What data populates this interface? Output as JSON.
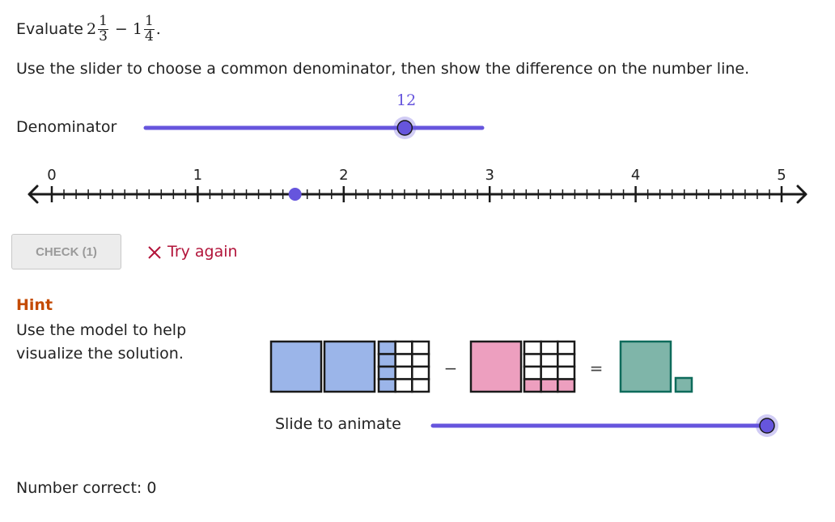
{
  "prompt": {
    "evaluate_label": "Evaluate",
    "whole1": "2",
    "num1": "1",
    "den1": "3",
    "operator": "−",
    "whole2": "1",
    "num2": "1",
    "den2": "4",
    "period": "."
  },
  "instruction": "Use the slider to choose a common denominator, then show the difference on the number line.",
  "denominator_slider": {
    "label": "Denominator",
    "value": "12",
    "fraction": 0.77
  },
  "number_line": {
    "min": 0,
    "max": 5,
    "major_labels": [
      "0",
      "1",
      "2",
      "3",
      "4",
      "5"
    ],
    "minor_divisions": 12,
    "point_value": 1.6667
  },
  "check_button": {
    "label": "CHECK (1)"
  },
  "feedback": {
    "icon": "close-icon",
    "text": "Try again"
  },
  "hint": {
    "title": "Hint",
    "text": "Use the model to help visualize the solution."
  },
  "model": {
    "minus_sign": "−",
    "equals_sign": "=",
    "colors": {
      "blue": "#9bb5e9",
      "pink": "#ed9fbf",
      "teal": "#7fb5a9",
      "teal_border": "#0e6b5b"
    }
  },
  "animate_slider": {
    "label": "Slide to animate",
    "fraction": 1.0
  },
  "score": {
    "text": "Number correct: 0"
  },
  "colors": {
    "accent": "#6655dd",
    "feedback_red": "#b2143a",
    "hint_orange": "#c44a00"
  }
}
